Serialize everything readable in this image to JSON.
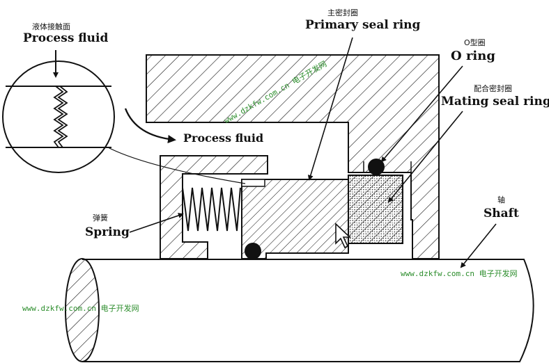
{
  "labels": {
    "process_fluid_cn": "液体接触面",
    "process_fluid_en": "Process fluid",
    "process_fluid_arrow_en": "Process fluid",
    "primary_seal_cn": "主密封圈",
    "primary_seal_en": "Primary seal ring",
    "o_ring_cn": "O型圈",
    "o_ring_en": "O ring",
    "mating_seal_cn": "配合密封圈",
    "mating_seal_en": "Mating seal ring",
    "spring_cn": "弹簧",
    "spring_en": "Spring",
    "shaft_cn": "轴",
    "shaft_en": "Shaft"
  },
  "watermarks": {
    "center": "www.dzkfw.com.cn 电子开发网",
    "right": "www.dzkfw.com.cn 电子开发网",
    "left": "www.dzkfw.com.cn 电子开发网"
  },
  "colors": {
    "ink": "#111111",
    "watermark": "#2c8d2c"
  }
}
